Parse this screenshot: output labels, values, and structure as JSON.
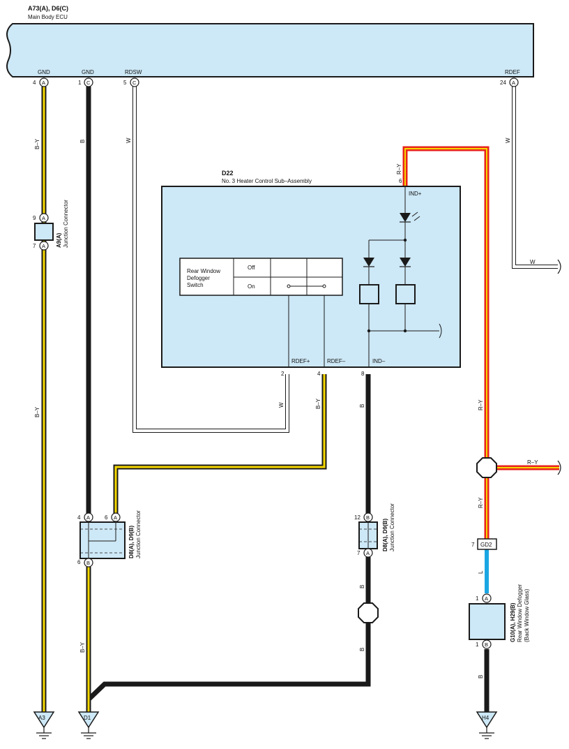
{
  "ecu": {
    "title": "A73(A), D6(C)",
    "name": "Main Body ECU",
    "terminals": [
      {
        "label": "GND",
        "pin": "4",
        "conn": "A"
      },
      {
        "label": "GND",
        "pin": "1",
        "conn": "C"
      },
      {
        "label": "RDSW",
        "pin": "5",
        "conn": "C"
      },
      {
        "label": "RDEF",
        "pin": "24",
        "conn": "A"
      }
    ]
  },
  "heater_control": {
    "id": "D22",
    "name": "No. 3 Heater Control Sub–Assembly",
    "switch_label": [
      "Rear Window",
      "Defogger",
      "Switch"
    ],
    "switch_positions": [
      "Off",
      "On"
    ],
    "pins": [
      {
        "label": "IND+",
        "pin": "6"
      },
      {
        "label": "RDEF+",
        "pin": "2"
      },
      {
        "label": "RDEF–",
        "pin": "4"
      },
      {
        "label": "IND–",
        "pin": "8"
      }
    ]
  },
  "junction_a9": {
    "title": "A9(A)",
    "name": "Junction Connector",
    "pins": [
      {
        "pin": "9",
        "conn": "A"
      },
      {
        "pin": "7",
        "conn": "A"
      }
    ]
  },
  "junction_d8_left": {
    "title": "D8(A), D9(B)",
    "name": "Junction Connector",
    "pins": [
      {
        "pin": "4",
        "conn": "A"
      },
      {
        "pin": "6",
        "conn": "A"
      },
      {
        "pin": "6",
        "conn": "B"
      }
    ]
  },
  "junction_d8_right": {
    "title": "D8(A), D9(B)",
    "name": "Junction Connector",
    "pins": [
      {
        "pin": "12",
        "conn": "B"
      },
      {
        "pin": "7",
        "conn": "A"
      }
    ]
  },
  "defogger": {
    "title": "G10(A), H29(B)",
    "name": "Rear Window Defogger",
    "sub": "(Back Window Glass)",
    "pins": [
      {
        "pin": "1",
        "conn": "A"
      },
      {
        "pin": "1",
        "conn": "B"
      }
    ]
  },
  "connector_gd2": {
    "pin": "7",
    "label": "GD2"
  },
  "wire_colors": {
    "by1": "B–Y",
    "by2": "B–Y",
    "by3": "B–Y",
    "by4": "B–Y",
    "b1": "B",
    "b2": "B",
    "b3": "B",
    "b4": "B",
    "b5": "B",
    "w1": "W",
    "w2": "W",
    "w3": "W",
    "w4": "W",
    "ry1": "R–Y",
    "ry2": "R–Y",
    "ry3": "R–Y",
    "ry4": "R–Y",
    "l1": "L"
  },
  "grounds": [
    "A3",
    "D1",
    "H4"
  ],
  "colors": {
    "component_fill": "#cde8f6",
    "wire_black": "#1a1a1a",
    "wire_yellow": "#f5d800",
    "wire_red": "#e8231c",
    "wire_blue": "#1aa6e3"
  }
}
